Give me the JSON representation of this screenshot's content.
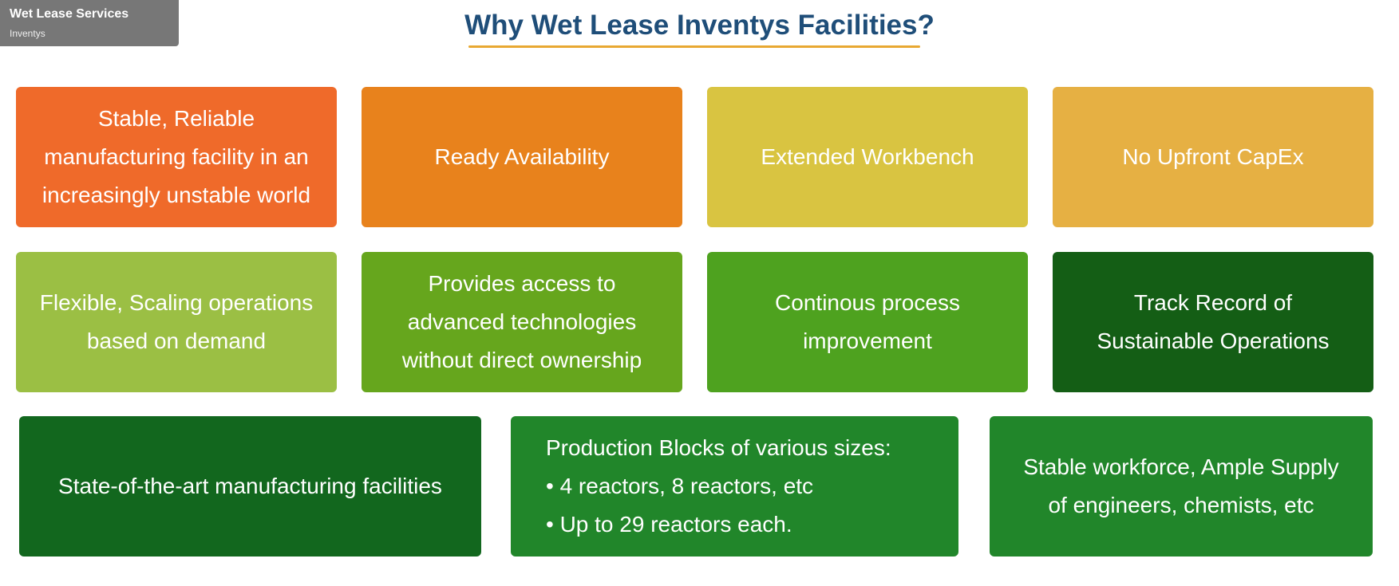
{
  "tag": {
    "title": "Wet Lease Services",
    "subtitle": "Inventys"
  },
  "heading": "Why Wet Lease Inventys Facilities?",
  "colors": {
    "accent_underline": "#e8a832",
    "heading": "#1f4e79",
    "row1": [
      "#ef6a2a",
      "#e8821c",
      "#d9c441",
      "#e6b043"
    ],
    "row2": [
      "#9bbf44",
      "#66a61d",
      "#4ea21f",
      "#145e15"
    ],
    "row3": [
      "#12671e",
      "#21862a",
      "#21862a"
    ]
  },
  "row1": [
    {
      "lines": [
        "Stable, Reliable",
        "manufacturing facility in an",
        "increasingly unstable world"
      ]
    },
    {
      "lines": [
        "Ready Availability"
      ]
    },
    {
      "lines": [
        "Extended Workbench"
      ]
    },
    {
      "lines": [
        "No Upfront CapEx"
      ]
    }
  ],
  "row2": [
    {
      "lines": [
        "Flexible, Scaling operations",
        "based on demand"
      ]
    },
    {
      "lines": [
        "Provides access to",
        "advanced technologies",
        "without direct ownership"
      ]
    },
    {
      "lines": [
        "Continous process",
        "improvement"
      ]
    },
    {
      "lines": [
        "Track Record of",
        "Sustainable Operations"
      ]
    }
  ],
  "row3": [
    {
      "lines": [
        "State-of-the-art manufacturing facilities"
      ]
    },
    {
      "lines": [
        "Production Blocks of various sizes:",
        "• 4 reactors, 8 reactors, etc",
        "• Up to 29 reactors each."
      ]
    },
    {
      "lines": [
        "Stable workforce, Ample Supply",
        "of engineers, chemists, etc"
      ]
    }
  ]
}
